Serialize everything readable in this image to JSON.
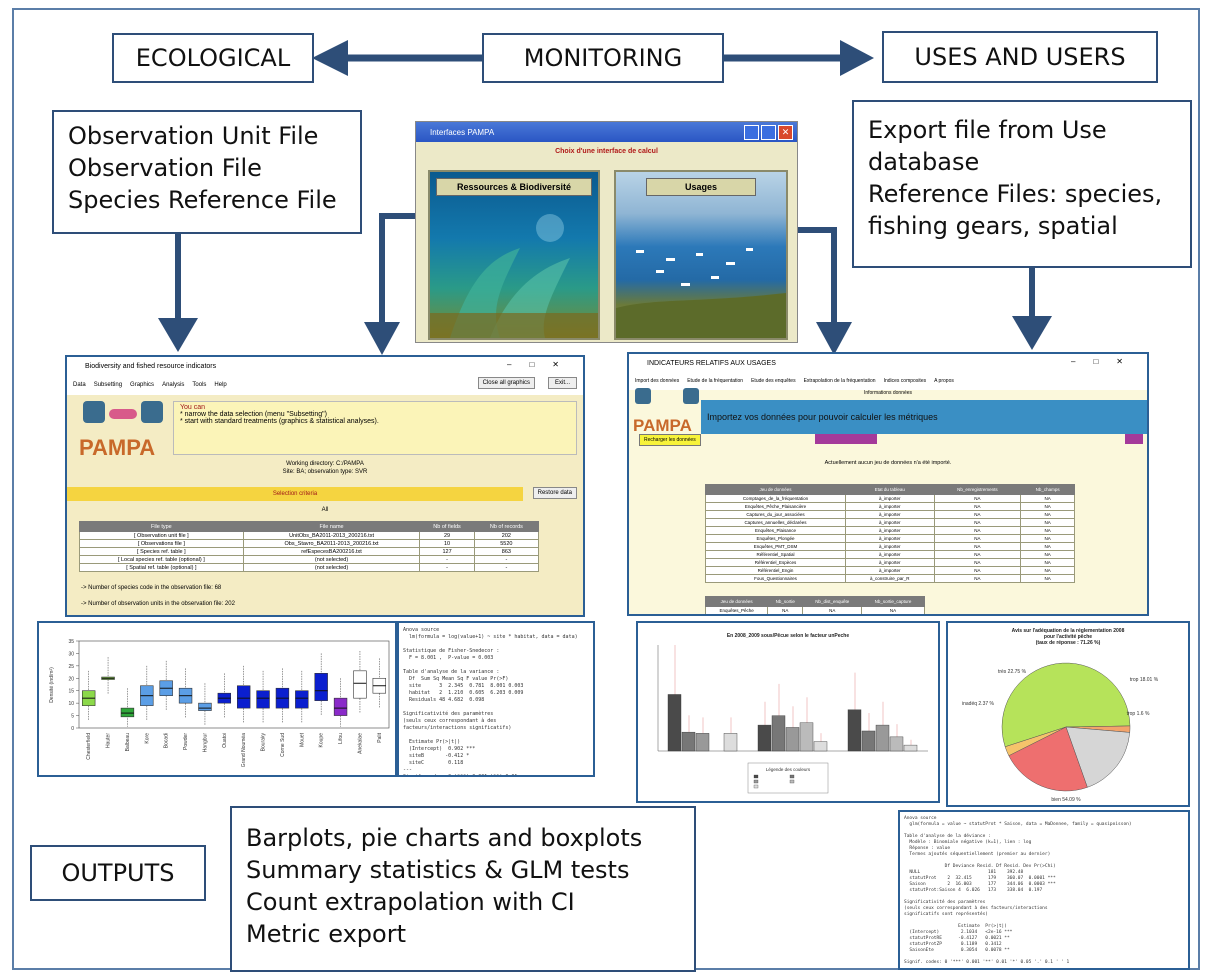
{
  "header": {
    "ecological": "ECOLOGICAL",
    "monitoring": "MONITORING",
    "uses": "USES AND USERS"
  },
  "left_inputs": [
    "Observation Unit File",
    "Observation File",
    "Species Reference File"
  ],
  "right_inputs": [
    "Export file from Use",
    "database",
    "Reference Files: species,",
    "fishing gears, spatial"
  ],
  "pampa_window": {
    "title": "Interfaces PAMPA",
    "subtitle": "Choix d'une interface de calcul",
    "left_button": "Ressources & Biodiversité",
    "right_button": "Usages"
  },
  "bio_window": {
    "title": "Biodiversity and fished resource indicators",
    "menu": [
      "Data",
      "Subsetting",
      "Graphics",
      "Analysis",
      "Tools",
      "Help"
    ],
    "close_graphics": "Close all graphics",
    "exit": "Exit...",
    "logo": "PAMPA",
    "you_can": "You can",
    "hint1": "* narrow the data selection (menu \"Subsetting\")",
    "hint2": "* start with standard treatments (graphics & statistical analyses).",
    "workdir": "Working directory: C:/PAMPA",
    "site": "Site: BA; observation type: SVR",
    "selection": "Selection criteria",
    "restore": "Restore data",
    "all": "All",
    "table_headers": [
      "File type",
      "File name",
      "Nb of fields",
      "Nb of records"
    ],
    "table_rows": [
      [
        "[ Observation unit file ]",
        "UnitObs_BA2011-2013_200216.txt",
        "29",
        "202"
      ],
      [
        "[ Observations file ]",
        "Obs_Stavro_BA2011-2013_200216.txt",
        "10",
        "5520"
      ],
      [
        "[ Species ref. table ]",
        "refEspecesBA200216.txt",
        "127",
        "863"
      ],
      [
        "[ Local species ref. table (optional) ]",
        "(not selected)",
        "-",
        "-"
      ],
      [
        "[ Spatial ref. table (optional) ]",
        "(not selected)",
        "-",
        "-"
      ]
    ],
    "note1": "-> Number of species code in the observation file: 68",
    "note2": "-> Number of observation units in the observation file: 202"
  },
  "use_window": {
    "title": "INDICATEURS RELATIFS AUX USAGES",
    "menu": [
      "Import des données",
      "Etude de la fréquentation",
      "Etude des enquêtes",
      "Extrapolation de la fréquentation",
      "Indices composites",
      "A propos"
    ],
    "info": "Informations données",
    "logo": "PAMPA",
    "banner": "Importez vos données pour pouvoir calculer les métriques",
    "reload": "Recharger les données",
    "no_data": "Actuellement aucun jeu de données n'a été importé.",
    "table_headers": [
      "Jeu de données",
      "Etat du tableau",
      "Nb_enregistrements",
      "Nb_champs"
    ],
    "table_rows": [
      [
        "Comptages_de_la_fréquentation",
        "à_importer",
        "NA",
        "NA"
      ],
      [
        "Enquêtes_Pêche_Plaisancière",
        "à_importer",
        "NA",
        "NA"
      ],
      [
        "Captures_du_jour_associées",
        "à_importer",
        "NA",
        "NA"
      ],
      [
        "Captures_annuelles_déclarées",
        "à_importer",
        "NA",
        "NA"
      ],
      [
        "Enquêtes_Plaisance",
        "à_importer",
        "NA",
        "NA"
      ],
      [
        "Enquêtes_Plongée",
        "à_importer",
        "NA",
        "NA"
      ],
      [
        "Enquêtes_PMT_DSM",
        "à_importer",
        "NA",
        "NA"
      ],
      [
        "Référentiel_Spatial",
        "à_importer",
        "NA",
        "NA"
      ],
      [
        "Référentiel_Espèces",
        "à_importer",
        "NA",
        "NA"
      ],
      [
        "Référentiel_Engin",
        "à_importer",
        "NA",
        "NA"
      ],
      [
        "Fous_Questionnaires",
        "à_construire_par_R",
        "NA",
        "NA"
      ]
    ],
    "table2_headers": [
      "Jeu de données",
      "Nb_sortie",
      "Nb_dist_enquête",
      "Nb_sortie_capture"
    ],
    "table2_row": [
      "Enquêtes_Pêche",
      "NA",
      "NA",
      "NA"
    ]
  },
  "outputs": {
    "label": "OUTPUTS",
    "items": [
      "Barplots, pie charts and boxplots",
      "Summary statistics & GLM tests",
      "Count extrapolation with CI",
      "Metric export"
    ]
  },
  "boxplot_chart": {
    "ylabel": "Densité (ind/m²)",
    "categories": [
      "Chesterfield",
      "Hauter",
      "Balbeau",
      "Kore",
      "Bocadi",
      "Powder",
      "Hangbur",
      "Ouatoi",
      "Grand Nouméa",
      "Bouraky",
      "Corne Sud",
      "Mouet",
      "Koupe",
      "Lifou",
      "Anekalae",
      "Palit"
    ],
    "colors": [
      "#8cd94a",
      "#8cd94a",
      "#2fa73a",
      "#5b9ee6",
      "#5b9ee6",
      "#5b9ee6",
      "#5b9ee6",
      "#0b1fcf",
      "#0b1fcf",
      "#0b1fcf",
      "#0b1fcf",
      "#0b1fcf",
      "#0b1fcf",
      "#8a2ac9",
      "#ffffff",
      "#ffffff"
    ],
    "median": [
      12,
      20,
      6,
      13,
      16,
      13,
      8,
      12,
      12,
      12,
      12,
      12,
      15,
      8,
      18,
      17
    ],
    "q1": [
      9,
      19.5,
      4.5,
      9,
      13,
      10,
      7,
      10,
      8,
      8,
      8,
      8,
      11,
      5,
      12,
      14
    ],
    "q3": [
      15,
      20.5,
      8,
      17,
      19,
      16,
      10,
      14,
      17,
      15,
      16,
      15,
      22,
      12,
      23,
      20
    ],
    "ylim": [
      0,
      35
    ]
  },
  "bar_chart": {
    "title": "En 2008_2009 sous/Pêcue selon le facteur unPeche",
    "legend_title": "Légende des couleurs",
    "groups": [
      "Grp1",
      "Grp2",
      "Grp3"
    ],
    "values": [
      [
        48,
        16,
        15,
        0,
        15
      ],
      [
        22,
        30,
        20,
        24,
        8
      ],
      [
        35,
        17,
        22,
        12,
        5
      ]
    ],
    "ylim": [
      0,
      90
    ]
  },
  "pie_chart": {
    "title": "Avis sur l'adéquation de la réglementation 2008 pour l'activité pêche (taux de réponse : 71.26 %)",
    "labels": [
      "bien 54.09 %",
      "trop 1.6 %",
      "trop 18.01 %",
      "très 22.75 %",
      "inadéq 2.37 %"
    ],
    "values": [
      54.09,
      1.6,
      18.01,
      22.75,
      2.37
    ],
    "colors": [
      "#b6e35a",
      "#f3a46b",
      "#d6d6d6",
      "#ee6f6f",
      "#f5c36b"
    ]
  }
}
